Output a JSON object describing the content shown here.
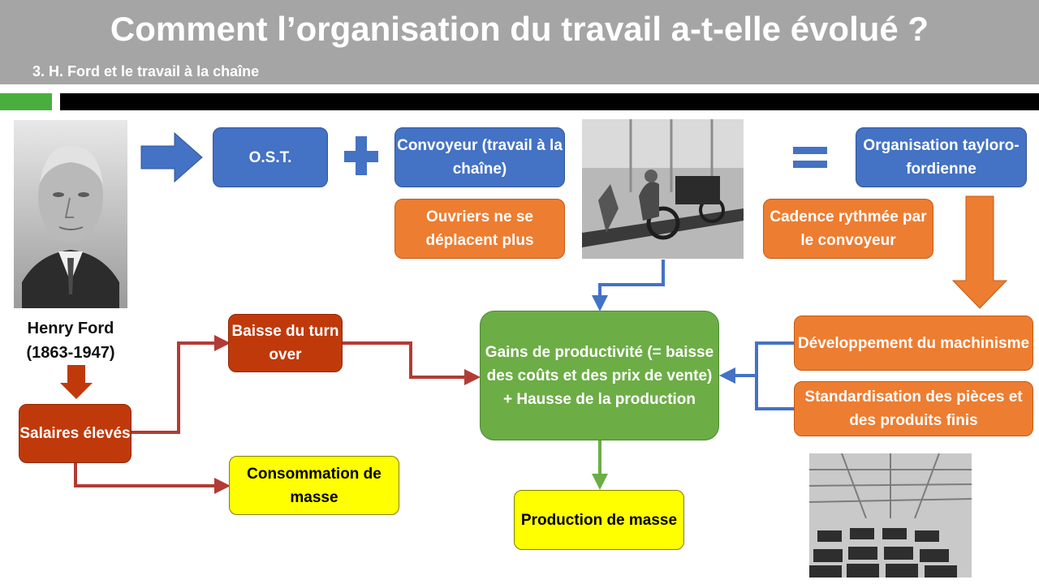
{
  "header": {
    "title": "Comment l’organisation du travail a-t-elle évolué ?",
    "subtitle": "3. H. Ford et le travail à la chaîne"
  },
  "portrait": {
    "caption_name": "Henry Ford",
    "caption_dates": "(1863-1947)"
  },
  "boxes": {
    "ost": "O.S.T.",
    "convoyeur": "Convoyeur (travail à la chaîne)",
    "ouvriers": "Ouvriers ne se déplacent plus",
    "organisation": "Organisation tayloro-fordienne",
    "cadence": "Cadence rythmée par le convoyeur",
    "gains": "Gains de productivité (= baisse des coûts et des prix de vente) + Hausse de la production",
    "developpement": "Développement du machinisme",
    "standardisation": "Standardisation des pièces et des produits finis",
    "baisse": "Baisse du turn over",
    "salaires": "Salaires élevés",
    "consommation": "Consommation de masse",
    "production": "Production de masse"
  },
  "colors": {
    "blue": "#4472c4",
    "orange": "#ed7d31",
    "red": "#c0390b",
    "green": "#6cad45",
    "yellow": "#ffff00",
    "header": "#a5a5a5"
  }
}
